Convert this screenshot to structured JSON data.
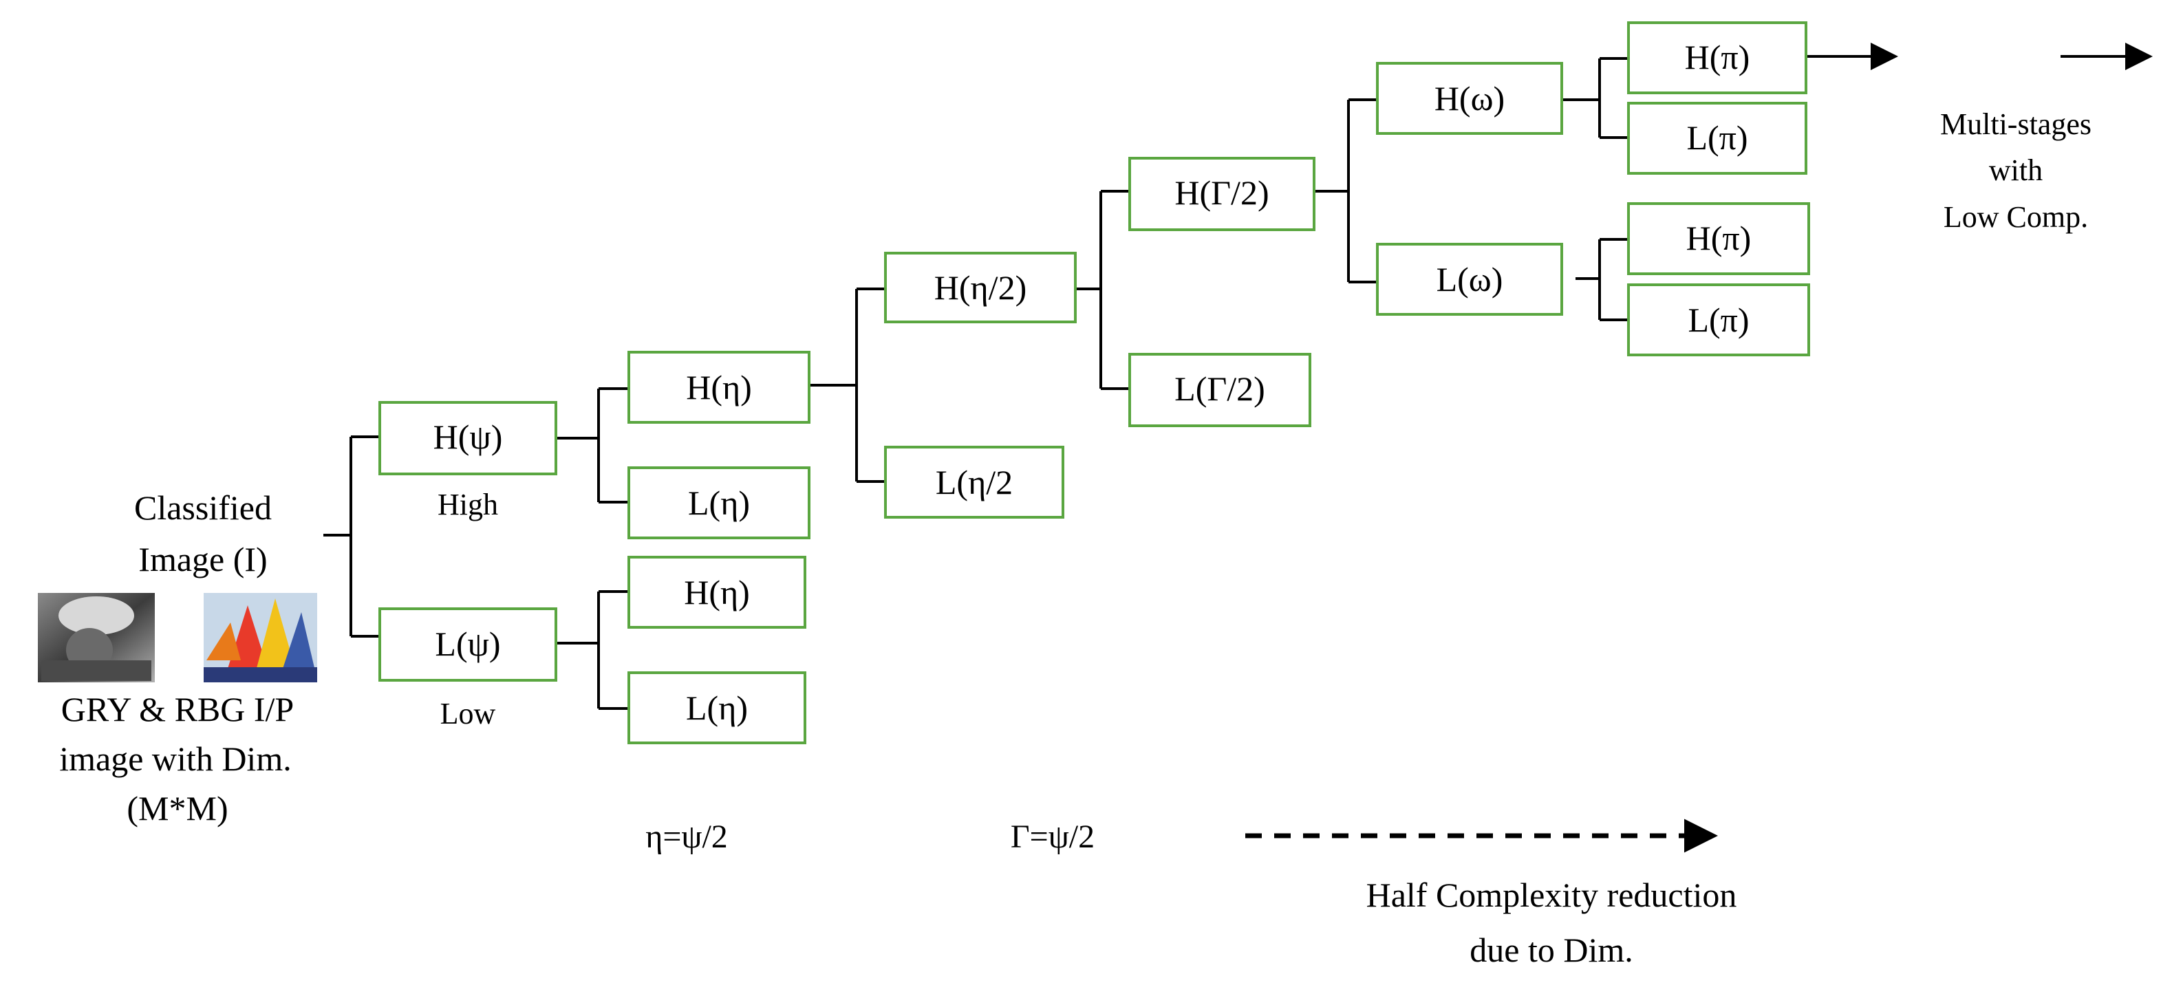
{
  "input": {
    "title_line1": "Classified",
    "title_line2": "Image (I)",
    "caption_line1": "GRY & RBG I/P",
    "caption_line2": "image with Dim.",
    "caption_line3": "(M*M)"
  },
  "level1": {
    "high": {
      "label": "H(ψ)",
      "sublabel": "High"
    },
    "low": {
      "label": "L(ψ)",
      "sublabel": "Low"
    }
  },
  "level2": {
    "high_branch": {
      "high": "H(η)",
      "low": "L(η)"
    },
    "low_branch": {
      "high": "H(η)",
      "low": "L(η)"
    }
  },
  "level3": {
    "high": "H(η/2)",
    "low": "L(η/2"
  },
  "level4": {
    "high": "H(Γ/2)",
    "low": "L(Γ/2)"
  },
  "level5": {
    "high": "H(ω)",
    "low": "L(ω)"
  },
  "level6": {
    "omega_high": {
      "high": "H(π)",
      "low": "L(π)"
    },
    "omega_low": {
      "high": "H(π)",
      "low": "L(π)"
    }
  },
  "multistage": {
    "line1": "Multi-stages",
    "line2": "with",
    "line3": "Low Comp."
  },
  "formulas": {
    "eta": "η=ψ/2",
    "gamma": "Γ=ψ/2"
  },
  "reduction": {
    "line1": "Half Complexity reduction",
    "line2": "due to Dim."
  },
  "colors": {
    "box_border": "#5aa640",
    "lines": "#000000"
  },
  "thumbnails": {
    "gray": "grayscale-photo",
    "color": "color-sailboats-photo"
  }
}
